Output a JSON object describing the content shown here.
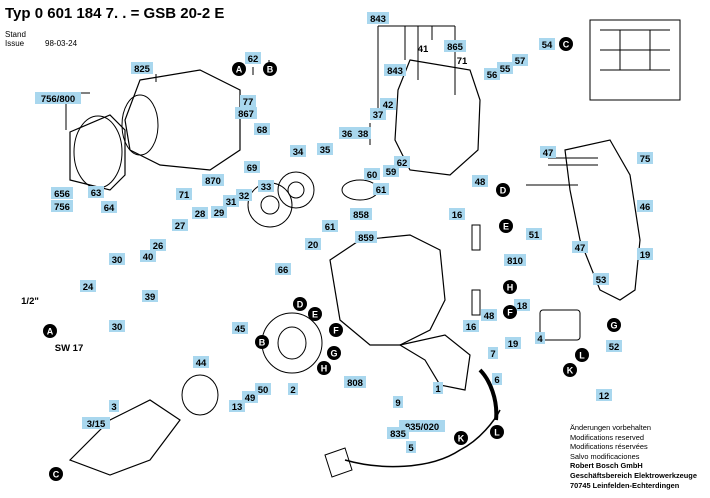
{
  "header": {
    "title": "Typ 0 601 184 7. . = GSB 20-2 E",
    "stand_label": "Stand",
    "issue_label": "Issue",
    "issue_date": "98-03-24"
  },
  "footer": [
    {
      "text": "Änderungen vorbehalten",
      "bold": false
    },
    {
      "text": "Modifications reserved",
      "bold": false
    },
    {
      "text": "Modifications réservées",
      "bold": false
    },
    {
      "text": "Salvo modificaciones",
      "bold": false
    },
    {
      "text": "Robert Bosch GmbH",
      "bold": true
    },
    {
      "text": "Geschäftsbereich Elektrowerkzeuge",
      "bold": true
    },
    {
      "text": "70745 Leinfelden-Echterdingen",
      "bold": true
    }
  ],
  "colors": {
    "label_box": "#a9d7ee",
    "ink": "#000000"
  },
  "labels": [
    {
      "id": "843",
      "boxed": true,
      "big": false
    },
    {
      "id": "41",
      "boxed": false,
      "big": false
    },
    {
      "id": "865",
      "boxed": true,
      "big": false
    },
    {
      "id": "71",
      "boxed": false,
      "big": false
    },
    {
      "id": "843b",
      "text": "843",
      "boxed": true,
      "big": false
    },
    {
      "id": "56",
      "boxed": true,
      "big": false
    },
    {
      "id": "55",
      "boxed": true,
      "big": false
    },
    {
      "id": "57",
      "boxed": true,
      "big": false
    },
    {
      "id": "54",
      "boxed": true,
      "big": false
    },
    {
      "id": "825",
      "boxed": true,
      "big": false
    },
    {
      "id": "62",
      "boxed": true,
      "big": false
    },
    {
      "id": "756/800",
      "boxed": true,
      "big": false
    },
    {
      "id": "77",
      "boxed": true,
      "big": false
    },
    {
      "id": "867",
      "boxed": true,
      "big": false
    },
    {
      "id": "68",
      "boxed": true,
      "big": false
    },
    {
      "id": "37",
      "boxed": true,
      "big": false
    },
    {
      "id": "42",
      "boxed": true,
      "big": false
    },
    {
      "id": "36",
      "boxed": true,
      "big": false
    },
    {
      "id": "38",
      "boxed": true,
      "big": false
    },
    {
      "id": "34",
      "boxed": true,
      "big": false
    },
    {
      "id": "35",
      "boxed": true,
      "big": false
    },
    {
      "id": "69",
      "boxed": true,
      "big": false
    },
    {
      "id": "870",
      "boxed": true,
      "big": false
    },
    {
      "id": "71b",
      "text": "71",
      "boxed": true,
      "big": false
    },
    {
      "id": "63",
      "boxed": true,
      "big": false
    },
    {
      "id": "656",
      "boxed": true,
      "big": false
    },
    {
      "id": "756",
      "boxed": true,
      "big": false
    },
    {
      "id": "64",
      "boxed": true,
      "big": false
    },
    {
      "id": "33",
      "boxed": true,
      "big": false
    },
    {
      "id": "32",
      "boxed": true,
      "big": false
    },
    {
      "id": "31",
      "boxed": true,
      "big": false
    },
    {
      "id": "29",
      "boxed": true,
      "big": false
    },
    {
      "id": "28",
      "boxed": true,
      "big": false
    },
    {
      "id": "27",
      "boxed": true,
      "big": false
    },
    {
      "id": "59",
      "boxed": true,
      "big": false
    },
    {
      "id": "60",
      "boxed": true,
      "big": false
    },
    {
      "id": "61",
      "boxed": true,
      "big": false
    },
    {
      "id": "61b",
      "text": "61",
      "boxed": true,
      "big": false
    },
    {
      "id": "858",
      "boxed": true,
      "big": false
    },
    {
      "id": "859",
      "boxed": true,
      "big": false
    },
    {
      "id": "62b",
      "text": "62",
      "boxed": true,
      "big": false
    },
    {
      "id": "48",
      "boxed": true,
      "big": false
    },
    {
      "id": "47",
      "boxed": true,
      "big": false
    },
    {
      "id": "75",
      "boxed": true,
      "big": false
    },
    {
      "id": "16",
      "boxed": true,
      "big": false
    },
    {
      "id": "46",
      "boxed": true,
      "big": false
    },
    {
      "id": "26",
      "boxed": true,
      "big": false
    },
    {
      "id": "30",
      "boxed": true,
      "big": false
    },
    {
      "id": "40",
      "boxed": true,
      "big": false
    },
    {
      "id": "20",
      "boxed": true,
      "big": false
    },
    {
      "id": "66",
      "boxed": true,
      "big": false
    },
    {
      "id": "51",
      "boxed": true,
      "big": false
    },
    {
      "id": "47b",
      "text": "47",
      "boxed": true,
      "big": false
    },
    {
      "id": "810",
      "boxed": true,
      "big": false
    },
    {
      "id": "19",
      "boxed": true,
      "big": false
    },
    {
      "id": "53",
      "boxed": true,
      "big": false
    },
    {
      "id": "24",
      "boxed": true,
      "big": false
    },
    {
      "id": "39",
      "boxed": true,
      "big": false
    },
    {
      "id": "30b",
      "text": "30",
      "boxed": true,
      "big": false
    },
    {
      "id": "1/2\"",
      "boxed": false,
      "big": false
    },
    {
      "id": "SW 17",
      "boxed": false,
      "big": false
    },
    {
      "id": "45",
      "boxed": true,
      "big": false
    },
    {
      "id": "18",
      "boxed": true,
      "big": false
    },
    {
      "id": "4",
      "boxed": true,
      "big": false
    },
    {
      "id": "52",
      "boxed": true,
      "big": false
    },
    {
      "id": "16b",
      "text": "16",
      "boxed": true,
      "big": false
    },
    {
      "id": "48b",
      "text": "48",
      "boxed": true,
      "big": false
    },
    {
      "id": "7",
      "boxed": true,
      "big": false
    },
    {
      "id": "19b",
      "text": "19",
      "boxed": true,
      "big": false
    },
    {
      "id": "44",
      "boxed": true,
      "big": false
    },
    {
      "id": "808",
      "boxed": true,
      "big": false
    },
    {
      "id": "50",
      "boxed": true,
      "big": false
    },
    {
      "id": "49",
      "boxed": true,
      "big": false
    },
    {
      "id": "13",
      "boxed": true,
      "big": false
    },
    {
      "id": "2",
      "boxed": true,
      "big": false
    },
    {
      "id": "1",
      "boxed": true,
      "big": false
    },
    {
      "id": "6",
      "boxed": true,
      "big": false
    },
    {
      "id": "9",
      "boxed": true,
      "big": false
    },
    {
      "id": "3",
      "boxed": true,
      "big": false
    },
    {
      "id": "3/15",
      "boxed": true,
      "big": false
    },
    {
      "id": "835/020",
      "boxed": true,
      "big": false
    },
    {
      "id": "835",
      "boxed": true,
      "big": false
    },
    {
      "id": "5",
      "boxed": true,
      "big": false
    },
    {
      "id": "12",
      "boxed": true,
      "big": false
    }
  ],
  "markers": [
    "A",
    "B",
    "C",
    "A",
    "B",
    "D",
    "E",
    "F",
    "G",
    "H",
    "C",
    "D",
    "E",
    "F",
    "G",
    "H",
    "K",
    "L",
    "K",
    "L",
    "A"
  ]
}
